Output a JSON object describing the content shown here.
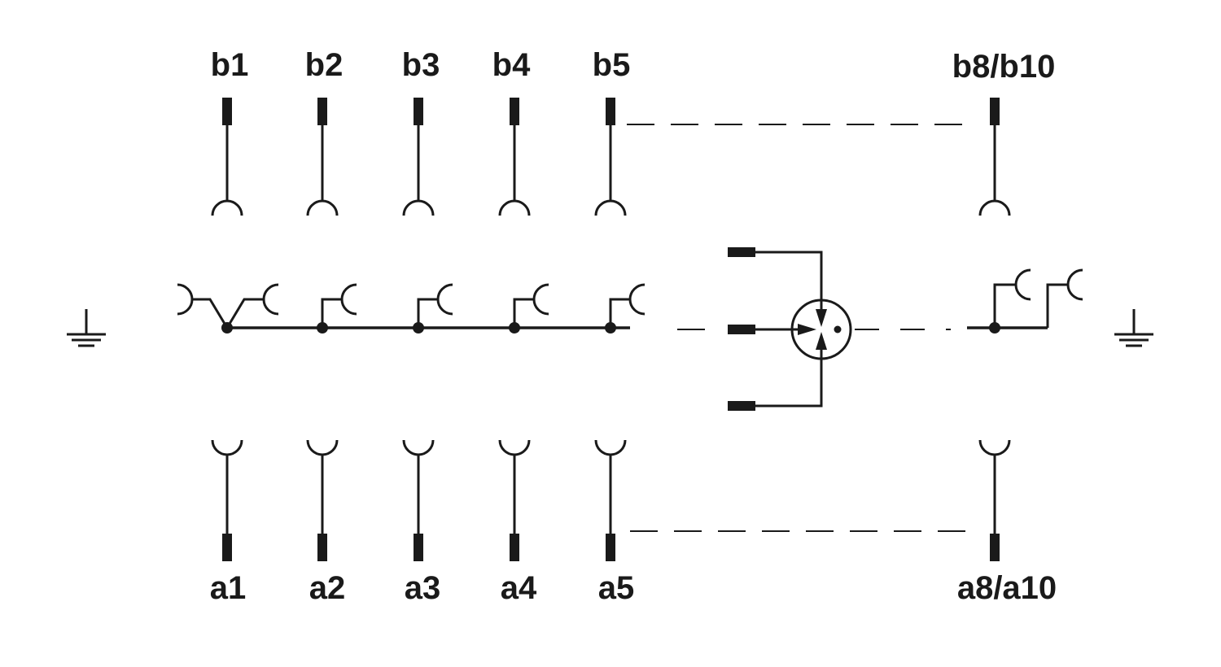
{
  "colors": {
    "ink": "#1a1a1a",
    "background": "#ffffff"
  },
  "labels": {
    "top": [
      "b1",
      "b2",
      "b3",
      "b4",
      "b5",
      "b8/b10"
    ],
    "bottom": [
      "a1",
      "a2",
      "a3",
      "a4",
      "a5",
      "a8/a10"
    ]
  },
  "icons": {
    "earth_left": "ground-icon",
    "earth_right": "ground-icon",
    "central_component": "surge-arrester-icon"
  }
}
